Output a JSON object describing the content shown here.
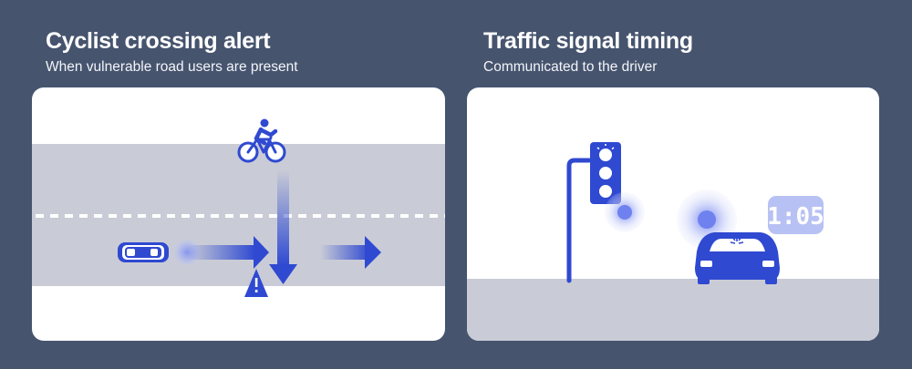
{
  "panels": [
    {
      "title": "Cyclist crossing alert",
      "subtitle": "When vulnerable road users are present"
    },
    {
      "title": "Traffic signal timing",
      "subtitle": "Communicated to the driver",
      "countdown_display": "1:05"
    }
  ],
  "colors": {
    "background": "#46546e",
    "card": "#ffffff",
    "road": "#c9ccd6",
    "accent_blue": "#2f49d1",
    "pulse_blue": "#8d9cf0"
  },
  "icons": [
    "bicycle-icon",
    "car-icon",
    "warning-icon",
    "traffic-light-icon",
    "countdown-display-icon"
  ]
}
